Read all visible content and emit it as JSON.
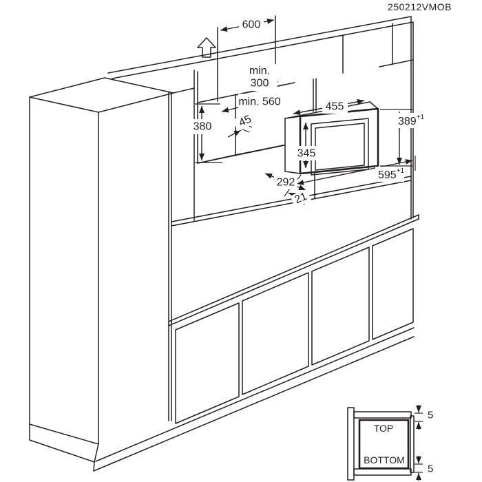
{
  "drawing_code": "250212VMOB",
  "line_color": "#231f20",
  "dimensions": {
    "cabinet_width": {
      "value": "600"
    },
    "niche_depth_min": {
      "line1": "min.",
      "line2": "300"
    },
    "niche_width_min": {
      "value": "min. 560"
    },
    "niche_height": {
      "value": "380"
    },
    "rail_size": {
      "value": "45"
    },
    "body_width": {
      "value": "455"
    },
    "front_height": {
      "value": "389",
      "tolerance": "+1"
    },
    "body_height": {
      "value": "345"
    },
    "body_depth": {
      "value": "292"
    },
    "front_overlap": {
      "value": "21"
    },
    "front_width": {
      "value": "595",
      "tolerance": "+1"
    }
  },
  "inset": {
    "top_label": "TOP",
    "bottom_label": "BOTTOM",
    "top_gap": "5",
    "bottom_gap": "5"
  }
}
